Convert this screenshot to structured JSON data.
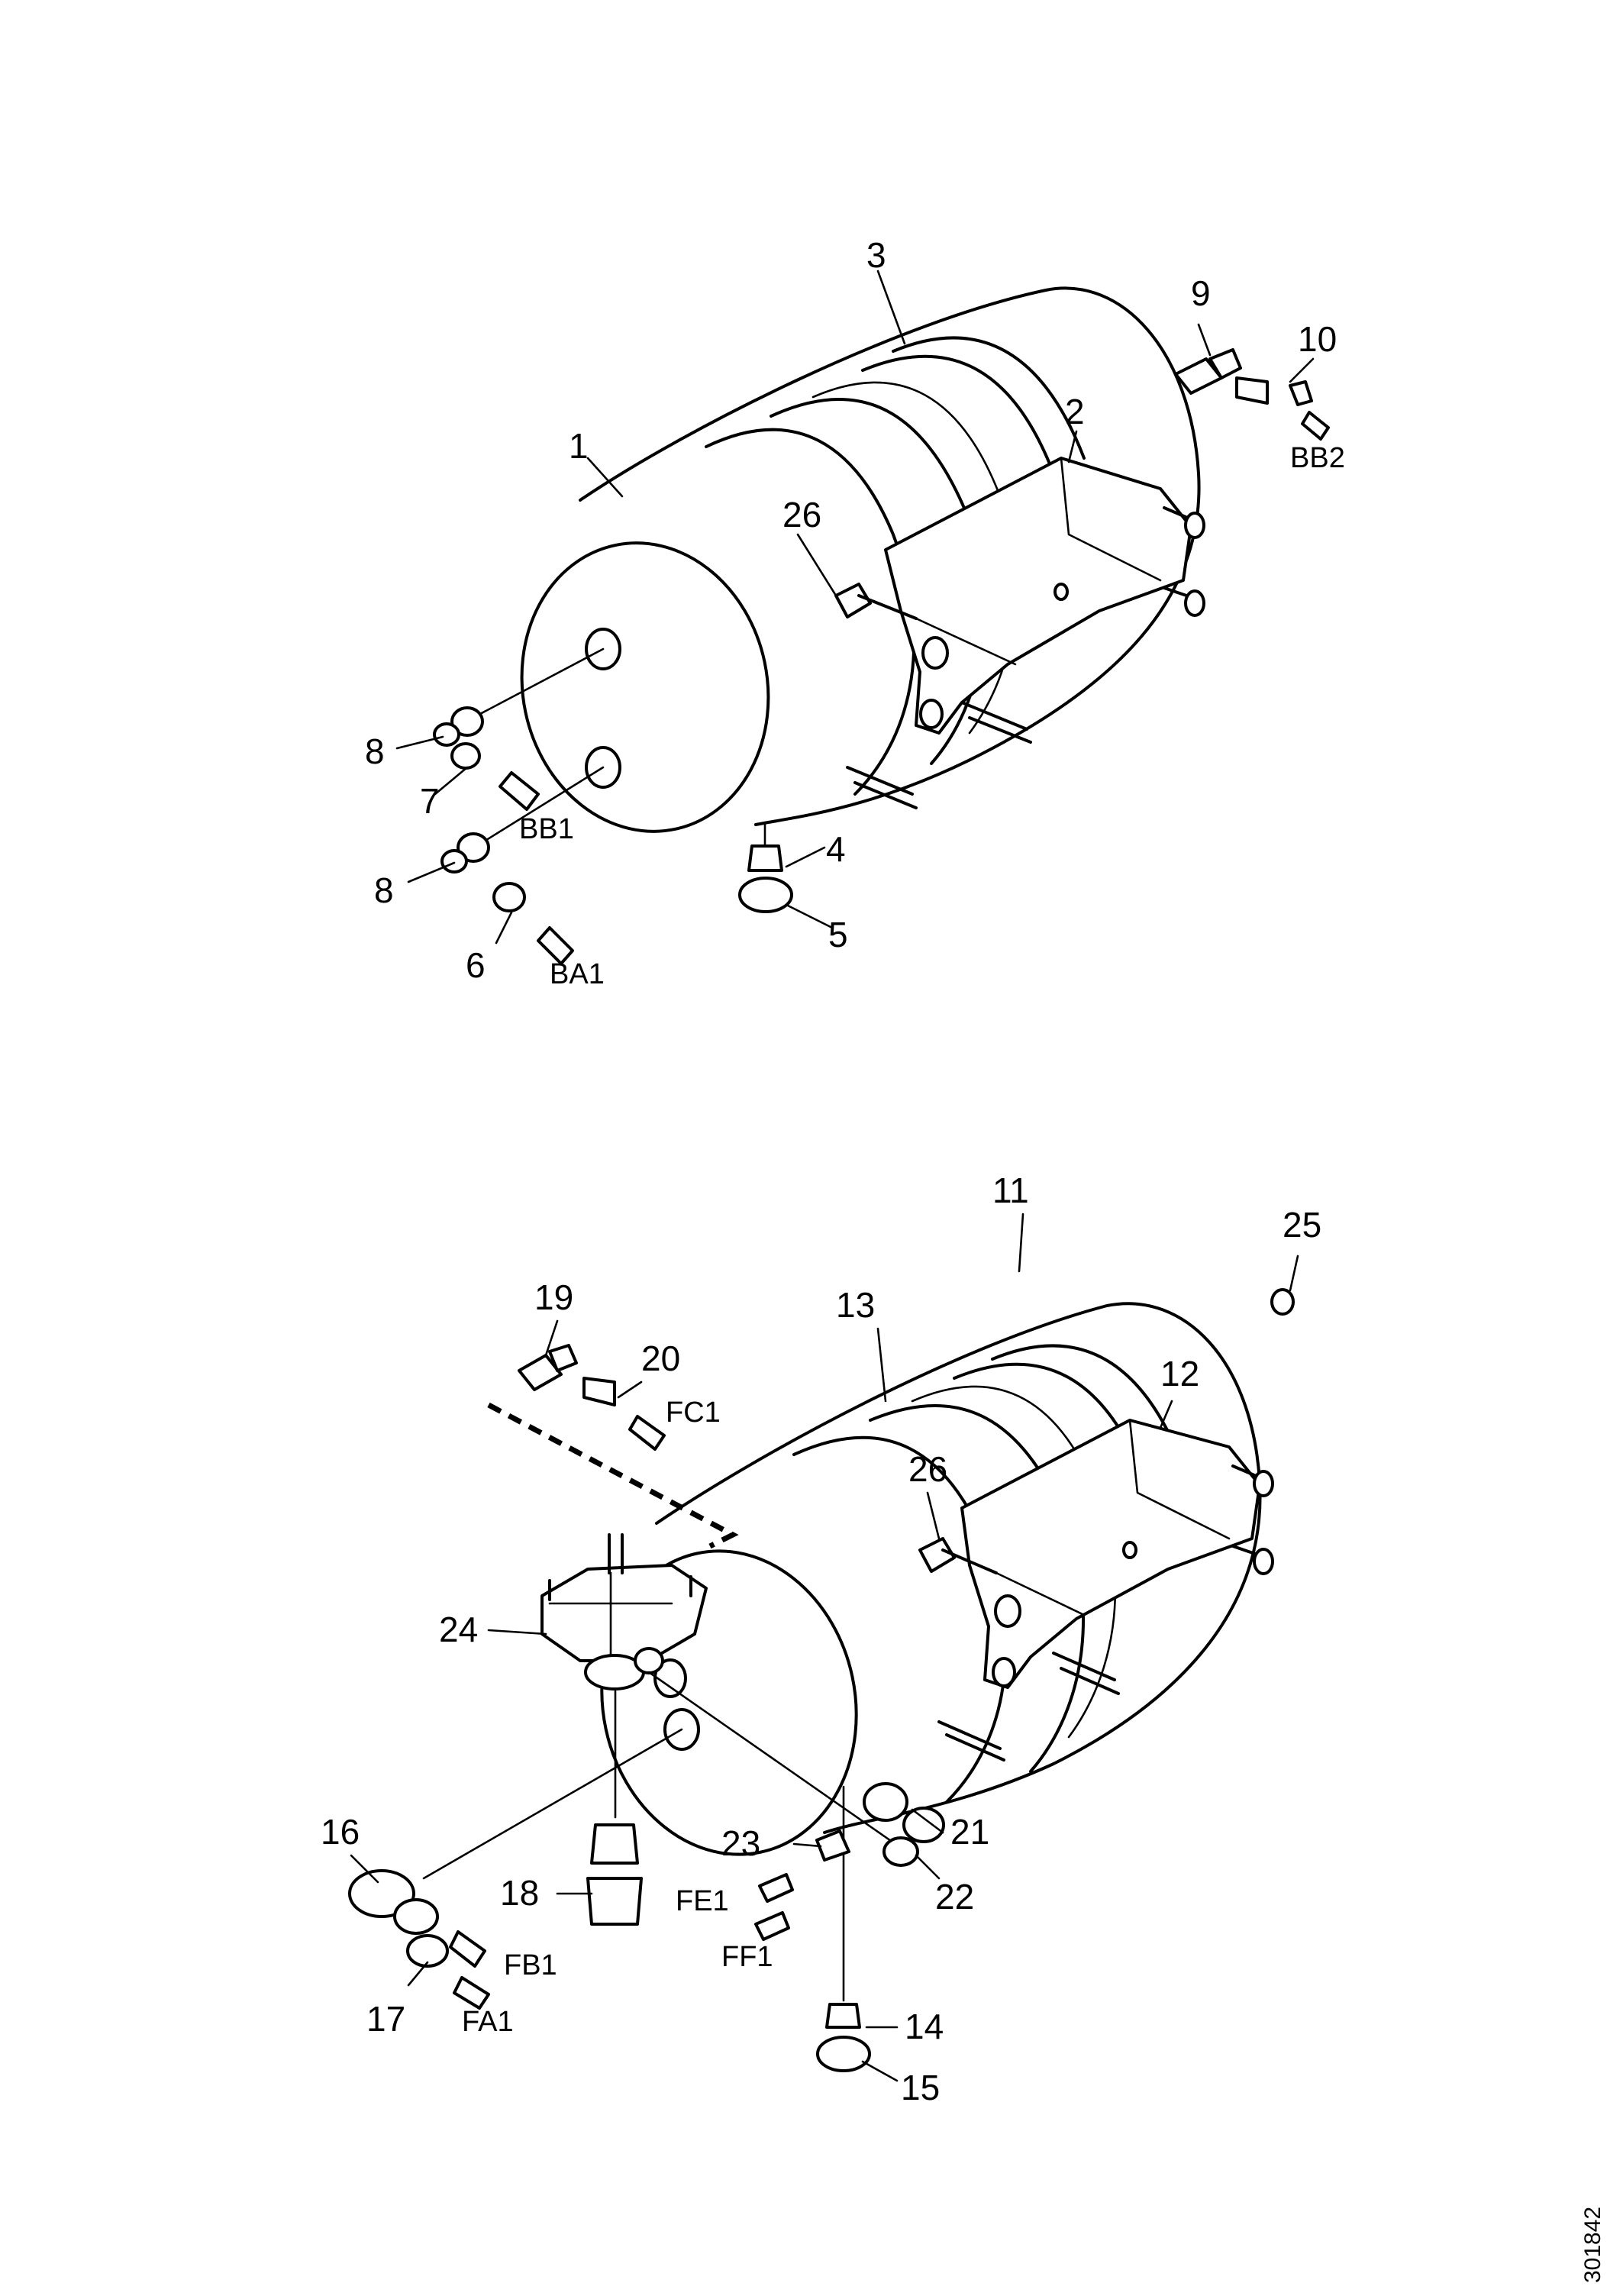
{
  "diagram": {
    "upper_assembly": {
      "callouts": [
        "1",
        "2",
        "3",
        "4",
        "5",
        "6",
        "7",
        "8",
        "8",
        "9",
        "10",
        "26"
      ],
      "line_codes": [
        "BB1",
        "BA1",
        "BB2"
      ]
    },
    "lower_assembly": {
      "callouts": [
        "11",
        "12",
        "13",
        "14",
        "15",
        "16",
        "17",
        "18",
        "19",
        "20",
        "21",
        "22",
        "23",
        "24",
        "25",
        "26"
      ],
      "line_codes": [
        "FC1",
        "FE1",
        "FF1",
        "FB1",
        "FA1"
      ]
    },
    "document_number": "301842"
  }
}
